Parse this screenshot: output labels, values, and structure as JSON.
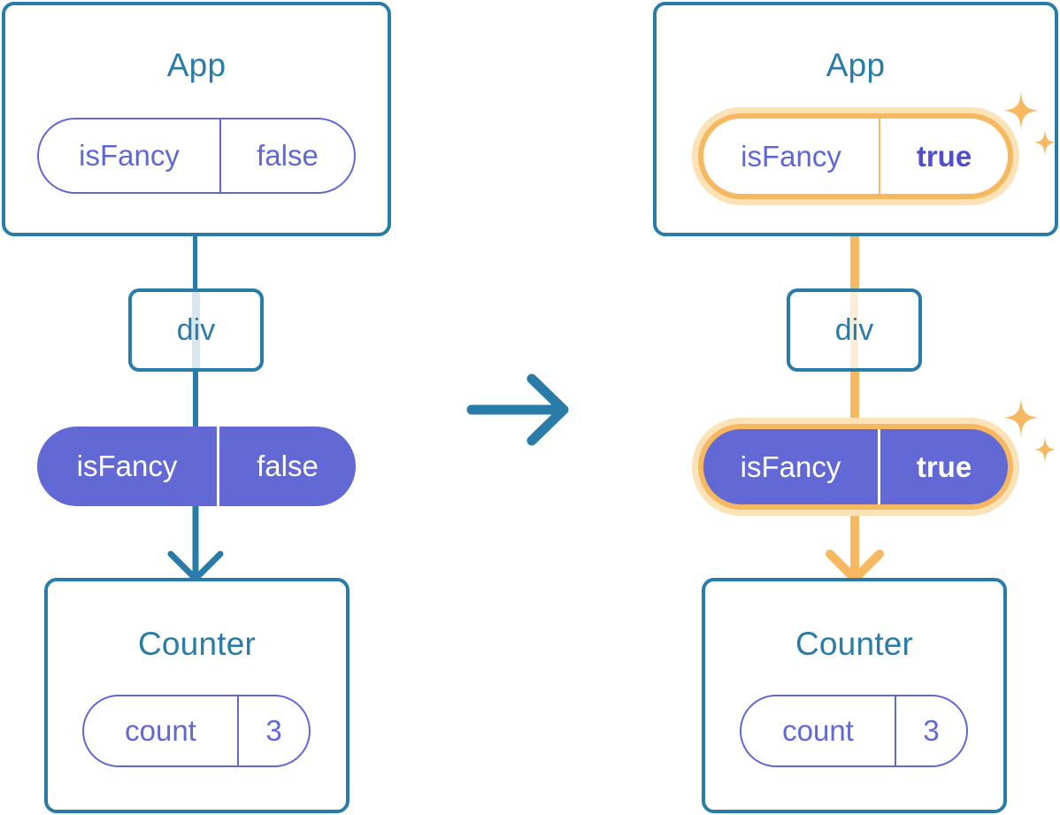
{
  "meta": {
    "title": "React state update diagram: isFancy false to true",
    "colors": {
      "box_border_blue": "#2a7ca8",
      "text_blue": "#2a7ca8",
      "pill_purple": "#6268d4",
      "pill_outline_purple": "#6068d6",
      "highlight_orange": "#f6b860",
      "highlight_glow": "#fce2b7",
      "background": "#ffffff"
    }
  },
  "before": {
    "app": {
      "title": "App",
      "state": {
        "key": "isFancy",
        "value": "false",
        "highlighted": false
      }
    },
    "dom": {
      "label": "div"
    },
    "prop": {
      "key": "isFancy",
      "value": "false",
      "highlighted": false
    },
    "counter": {
      "title": "Counter",
      "state": {
        "key": "count",
        "value": "3",
        "highlighted": false
      }
    }
  },
  "transition": {
    "icon": "arrow-right-icon"
  },
  "after": {
    "app": {
      "title": "App",
      "state": {
        "key": "isFancy",
        "value": "true",
        "highlighted": true
      }
    },
    "dom": {
      "label": "div"
    },
    "prop": {
      "key": "isFancy",
      "value": "true",
      "highlighted": true
    },
    "counter": {
      "title": "Counter",
      "state": {
        "key": "count",
        "value": "3",
        "highlighted": false
      }
    },
    "sparkles": {
      "icon": "sparkle-icon",
      "count": 2
    }
  }
}
